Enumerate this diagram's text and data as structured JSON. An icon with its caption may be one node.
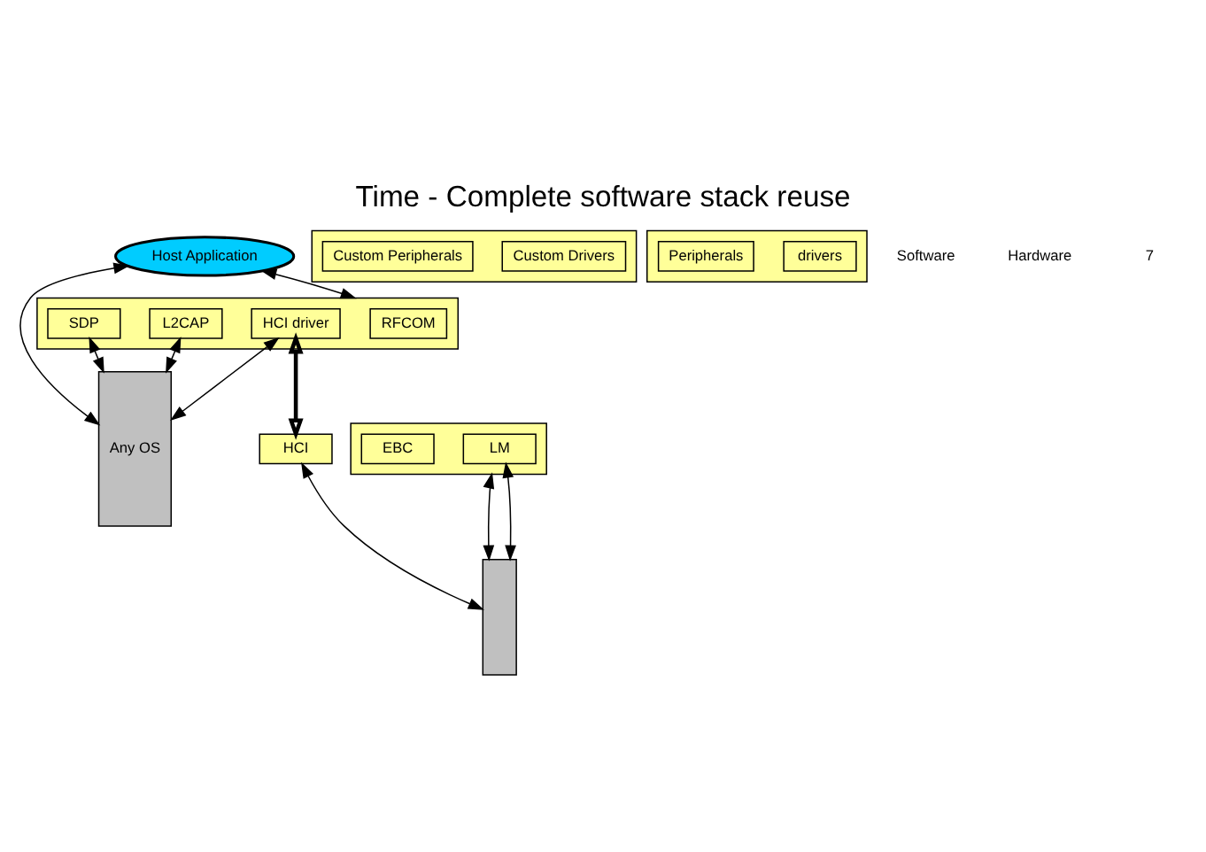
{
  "diagram": {
    "title": "Time - Complete software stack reuse",
    "nodes": [
      {
        "text": [
          "Host Application"
        ]
      },
      {
        "text": [
          "Any OS"
        ]
      },
      {
        "text": [],
        "shape": "box"
      },
      {
        "text": [
          "RFCOM"
        ],
        "in": 2
      },
      {
        "text": [
          "SDP"
        ],
        "in": 2
      },
      {
        "text": [
          "L2CAP"
        ],
        "in": 2
      },
      {
        "text": [
          "HCI driver"
        ],
        "in": 2
      },
      {
        "text": [
          "HCI"
        ]
      },
      {
        "text": [],
        "shape": "box"
      },
      {
        "text": [
          "LM"
        ],
        "in": 8
      },
      {
        "text": [
          "EBC"
        ],
        "in": 8
      },
      {
        "text": [],
        "shape": "bar"
      },
      {
        "text": [],
        "shape": "box"
      },
      {
        "text": [
          "Custom Drivers"
        ],
        "in": 12
      },
      {
        "text": [
          "Custom Peripherals"
        ],
        "in": 12
      },
      {
        "text": [],
        "shape": "box"
      },
      {
        "text": [
          "drivers"
        ],
        "in": 15
      },
      {
        "text": [
          "Peripherals"
        ],
        "in": 15
      }
    ],
    "edges": [
      {
        "from": 0,
        "to": 1,
        "arrow": "both"
      },
      {
        "from": 0,
        "to": 2,
        "arrow": "both"
      },
      {
        "from": 4,
        "to": 1,
        "arrow": "both"
      },
      {
        "from": 5,
        "to": 1,
        "arrow": "both"
      },
      {
        "from": 6,
        "to": 1,
        "arrow": "both"
      },
      {
        "from": 6,
        "to": 7,
        "arrow": "both",
        "style": "thick"
      },
      {
        "from": 7,
        "to": 11,
        "arrow": "both"
      },
      {
        "from": 8,
        "to": 11,
        "arrow": "both"
      },
      {
        "from": 9,
        "to": 11,
        "arrow": "both"
      }
    ],
    "labels": [
      "Software",
      "Hardware",
      "7"
    ]
  }
}
